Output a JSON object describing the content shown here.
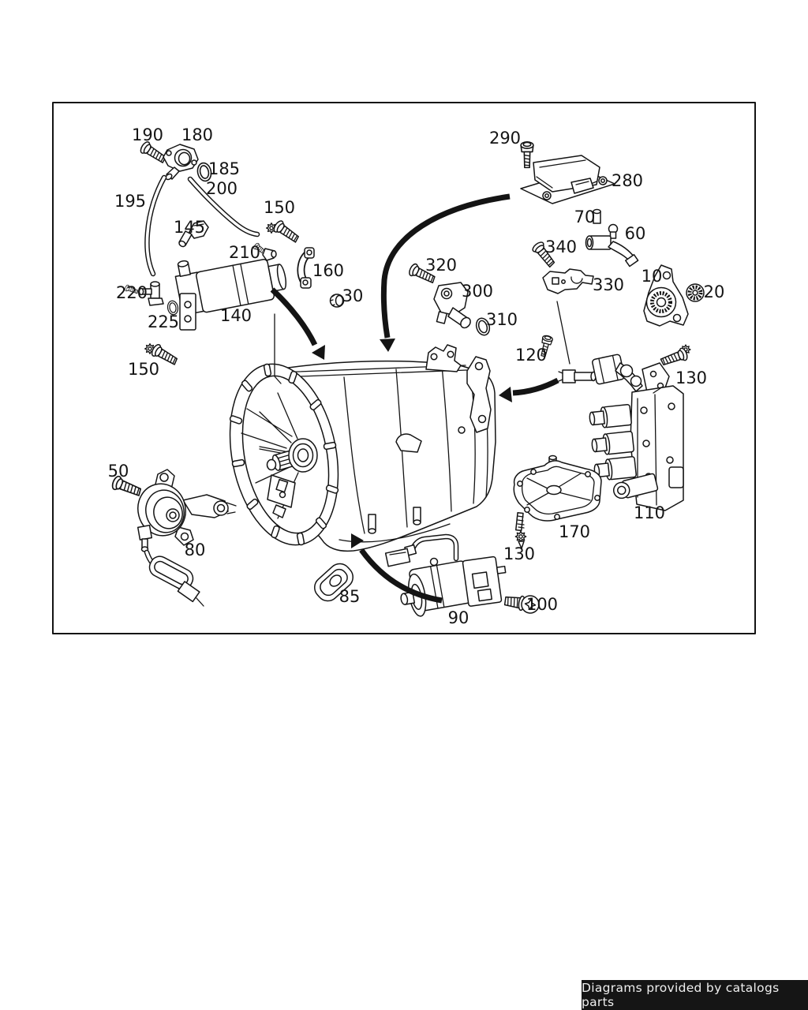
{
  "colors": {
    "line": "#141414",
    "background": "#ffffff",
    "footer_bg": "#151515",
    "footer_text": "#efefef"
  },
  "footer": {
    "text": "Diagrams provided by catalogs parts"
  },
  "diagram": {
    "labels": [
      {
        "part": "190"
      },
      {
        "part": "180"
      },
      {
        "part": "185"
      },
      {
        "part": "200"
      },
      {
        "part": "195"
      },
      {
        "part": "150"
      },
      {
        "part": "145"
      },
      {
        "part": "210"
      },
      {
        "part": "160"
      },
      {
        "part": "30"
      },
      {
        "part": "220"
      },
      {
        "part": "225"
      },
      {
        "part": "140"
      },
      {
        "part": "150"
      },
      {
        "part": "290"
      },
      {
        "part": "280"
      },
      {
        "part": "70"
      },
      {
        "part": "60"
      },
      {
        "part": "340"
      },
      {
        "part": "330"
      },
      {
        "part": "10"
      },
      {
        "part": "20"
      },
      {
        "part": "320"
      },
      {
        "part": "300"
      },
      {
        "part": "310"
      },
      {
        "part": "120"
      },
      {
        "part": "130"
      },
      {
        "part": "110"
      },
      {
        "part": "170"
      },
      {
        "part": "130"
      },
      {
        "part": "90"
      },
      {
        "part": "100"
      },
      {
        "part": "50"
      },
      {
        "part": "80"
      },
      {
        "part": "85"
      }
    ]
  }
}
